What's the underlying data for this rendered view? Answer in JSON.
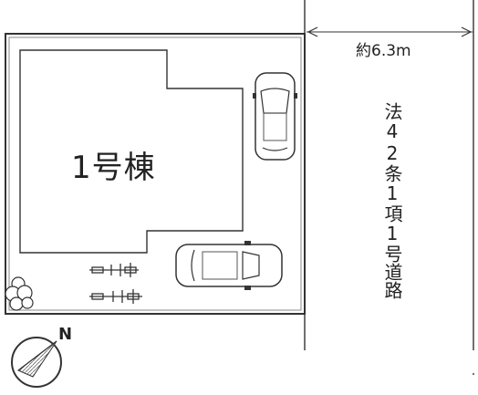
{
  "plan": {
    "building_label": "1号棟",
    "road_width": "約6.3m",
    "road_name": "法42条1項1号道路",
    "north_label": "N"
  },
  "icons": {
    "north": "north-arrow-icon",
    "car": "car-icon",
    "bicycle": "bicycle-icon",
    "shrub": "shrub-icon"
  }
}
